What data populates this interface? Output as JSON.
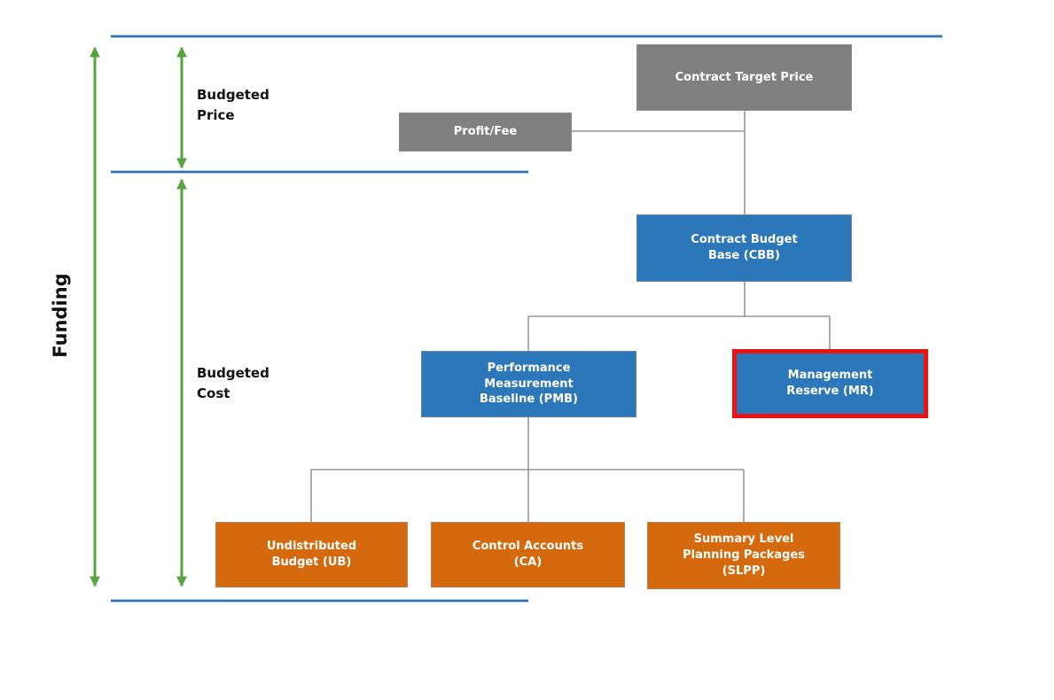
{
  "diagram": {
    "side_labels": {
      "funding": "Funding",
      "budgeted_price": "Budgeted\nPrice",
      "budgeted_cost": "Budgeted\nCost"
    },
    "nodes": {
      "contract_target_price": {
        "label": "Contract Target Price",
        "color": "#808080"
      },
      "profit_fee": {
        "label": "Profit/Fee",
        "color": "#808080"
      },
      "contract_budget_base": {
        "label": "Contract Budget\nBase (CBB)",
        "color": "#2B77BA"
      },
      "performance_measurement_baseline": {
        "label": "Performance\nMeasurement\nBaseline (PMB)",
        "color": "#2B77BA"
      },
      "management_reserve": {
        "label": "Management\nReserve (MR)",
        "color": "#2B77BA",
        "highlight_border": "#EE1111"
      },
      "undistributed_budget": {
        "label": "Undistributed\nBudget (UB)",
        "color": "#D5690D"
      },
      "control_accounts": {
        "label": "Control Accounts\n(CA)",
        "color": "#D5690D"
      },
      "summary_level_planning_packages": {
        "label": "Summary Level\nPlanning Packages\n(SLPP)",
        "color": "#D5690D"
      }
    },
    "colors": {
      "node-gray": "#808080",
      "node-blue": "#2B77BA",
      "node-orange": "#D5690D",
      "highlight-red": "#EE1111",
      "rule-blue": "#2B73B6",
      "arrow-green": "#56A43C",
      "connector-gray": "#818181",
      "text-dark": "#111111",
      "node-text": "#FFFFFF"
    }
  }
}
